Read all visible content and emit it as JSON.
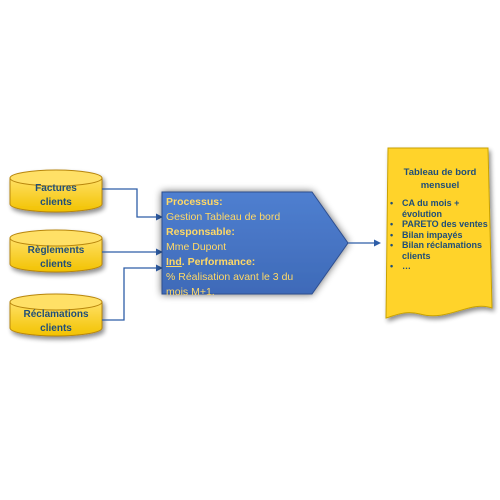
{
  "sources": [
    {
      "line1": "Factures",
      "line2": "clients"
    },
    {
      "line1": "Règlements",
      "line2": "clients"
    },
    {
      "line1": "Réclamations",
      "line2": "clients"
    }
  ],
  "process": {
    "processus_label": "Processus:",
    "processus_value": "Gestion Tableau de bord",
    "responsable_label": "Responsable:",
    "responsable_value": "Mme Dupont",
    "ind_label_a": "Ind",
    "ind_label_b": ". Performance:",
    "ind_value": "% Réalisation avant le 3 du mois M+1."
  },
  "document": {
    "title": "Tableau de bord mensuel",
    "bullet_glyph": "•",
    "items": [
      "CA du mois + évolution",
      "PARETO des ventes",
      "Bilan impayés",
      "Bilan réclamations clients",
      "…"
    ]
  },
  "colors": {
    "cylinder_fill": "#ffd32a",
    "cylinder_stroke": "#b8860b",
    "process_fill": "#4472c4",
    "connector": "#2e5ea8",
    "document_fill": "#ffd32a",
    "text_dark": "#1f4e79",
    "text_light": "#ffffff",
    "text_accent": "#ffd966"
  }
}
